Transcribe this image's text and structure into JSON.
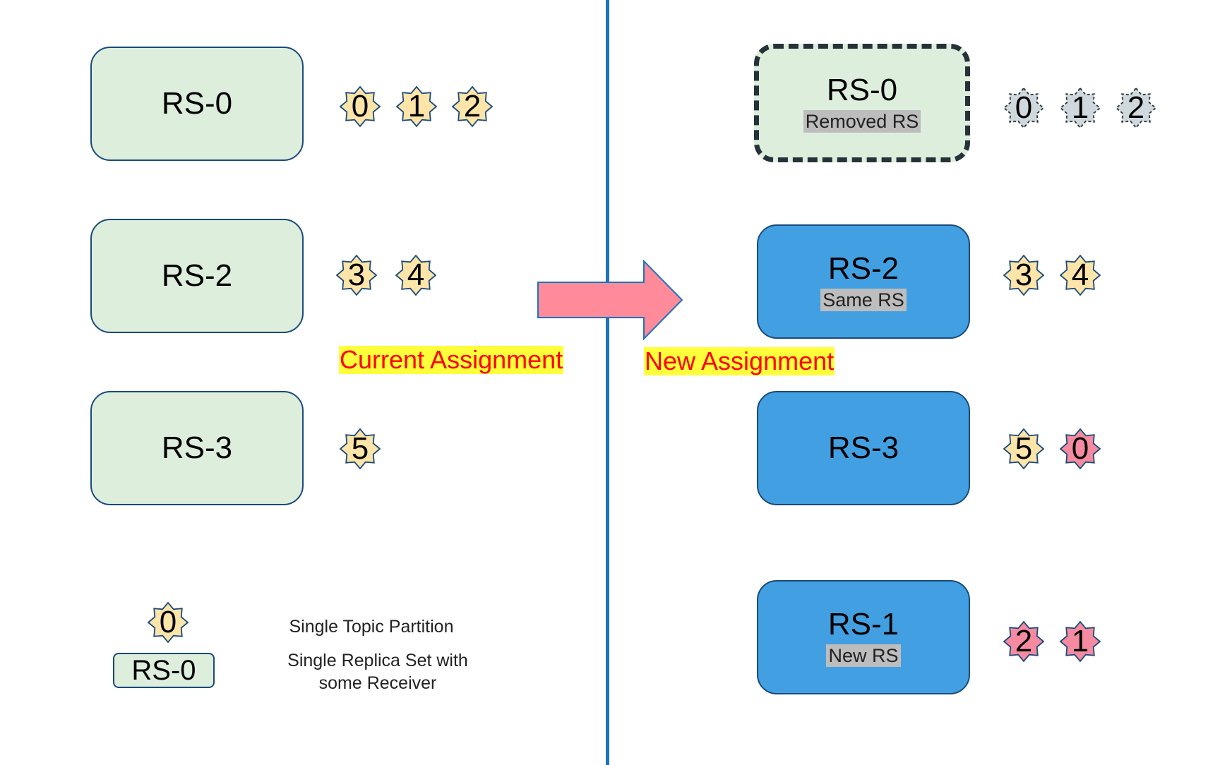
{
  "colors": {
    "divider": "#1e73be",
    "box_green": "#ddeedd",
    "box_blue": "#42a0e2",
    "box_border": "#1a4a7a",
    "star_fill": "#fde4a8",
    "star_pink": "#f58aa0",
    "star_gray": "#cfd8dc",
    "arrow": "#ff8a99",
    "caption_text": "#ff0000",
    "caption_bg": "#ffff3b"
  },
  "current": {
    "caption": "Current Assignment",
    "sets": [
      {
        "name": "RS-0",
        "partitions": [
          "0",
          "1",
          "2"
        ]
      },
      {
        "name": "RS-2",
        "partitions": [
          "3",
          "4"
        ]
      },
      {
        "name": "RS-3",
        "partitions": [
          "5"
        ]
      }
    ]
  },
  "new": {
    "caption": "New Assignment",
    "sets": [
      {
        "name": "RS-0",
        "sub": "Removed RS",
        "partitions": [
          "0",
          "1",
          "2"
        ]
      },
      {
        "name": "RS-2",
        "sub": "Same RS",
        "partitions": [
          "3",
          "4"
        ]
      },
      {
        "name": "RS-3",
        "partitions": [
          "5",
          "0"
        ]
      },
      {
        "name": "RS-1",
        "sub": "New RS",
        "partitions": [
          "2",
          "1"
        ]
      }
    ]
  },
  "legend": {
    "partition_sample": "0",
    "partition_label": "Single Topic Partition",
    "rs_sample": "RS-0",
    "rs_label_line1": "Single Replica Set with",
    "rs_label_line2": "some Receiver"
  }
}
